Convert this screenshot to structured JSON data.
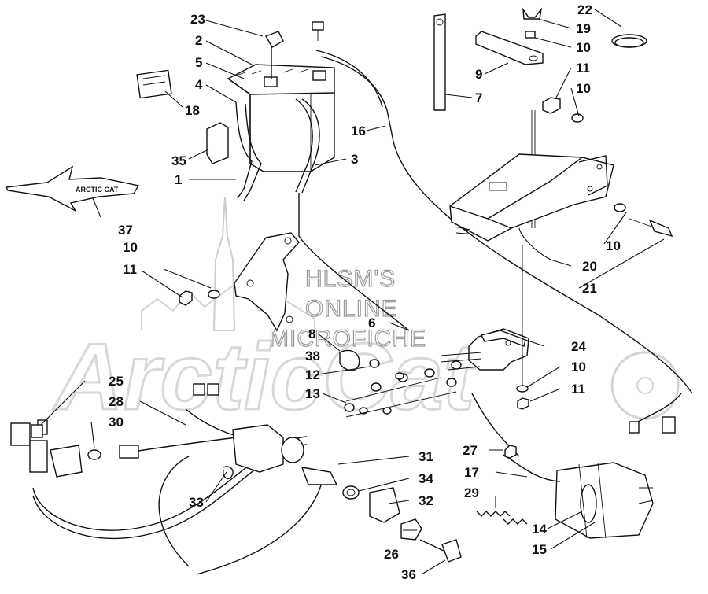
{
  "watermark": {
    "lines": [
      "HLSM'S",
      "ONLINE",
      "MICROFICHE"
    ]
  },
  "callouts": [
    {
      "id": "c23",
      "text": "23"
    },
    {
      "id": "c2",
      "text": "2"
    },
    {
      "id": "c5",
      "text": "5"
    },
    {
      "id": "c4",
      "text": "4"
    },
    {
      "id": "c18",
      "text": "18"
    },
    {
      "id": "c35",
      "text": "35"
    },
    {
      "id": "c1",
      "text": "1"
    },
    {
      "id": "c37",
      "text": "37"
    },
    {
      "id": "c16",
      "text": "16"
    },
    {
      "id": "c3",
      "text": "3"
    },
    {
      "id": "c22",
      "text": "22"
    },
    {
      "id": "c19",
      "text": "19"
    },
    {
      "id": "c10a",
      "text": "10"
    },
    {
      "id": "c11a",
      "text": "11"
    },
    {
      "id": "c10b",
      "text": "10"
    },
    {
      "id": "c9",
      "text": "9"
    },
    {
      "id": "c7",
      "text": "7"
    },
    {
      "id": "c10c",
      "text": "10"
    },
    {
      "id": "c20",
      "text": "20"
    },
    {
      "id": "c21",
      "text": "21"
    },
    {
      "id": "c10d",
      "text": "10"
    },
    {
      "id": "c11b",
      "text": "11"
    },
    {
      "id": "c6",
      "text": "6"
    },
    {
      "id": "c8",
      "text": "8"
    },
    {
      "id": "c38",
      "text": "38"
    },
    {
      "id": "c12",
      "text": "12"
    },
    {
      "id": "c13",
      "text": "13"
    },
    {
      "id": "c24",
      "text": "24"
    },
    {
      "id": "c10e",
      "text": "10"
    },
    {
      "id": "c11c",
      "text": "11"
    },
    {
      "id": "c25",
      "text": "25"
    },
    {
      "id": "c28",
      "text": "28"
    },
    {
      "id": "c30",
      "text": "30"
    },
    {
      "id": "c33",
      "text": "33"
    },
    {
      "id": "c31",
      "text": "31"
    },
    {
      "id": "c34",
      "text": "34"
    },
    {
      "id": "c32",
      "text": "32"
    },
    {
      "id": "c26",
      "text": "26"
    },
    {
      "id": "c36",
      "text": "36"
    },
    {
      "id": "c27",
      "text": "27"
    },
    {
      "id": "c17",
      "text": "17"
    },
    {
      "id": "c29",
      "text": "29"
    },
    {
      "id": "c14",
      "text": "14"
    },
    {
      "id": "c15",
      "text": "15"
    }
  ]
}
